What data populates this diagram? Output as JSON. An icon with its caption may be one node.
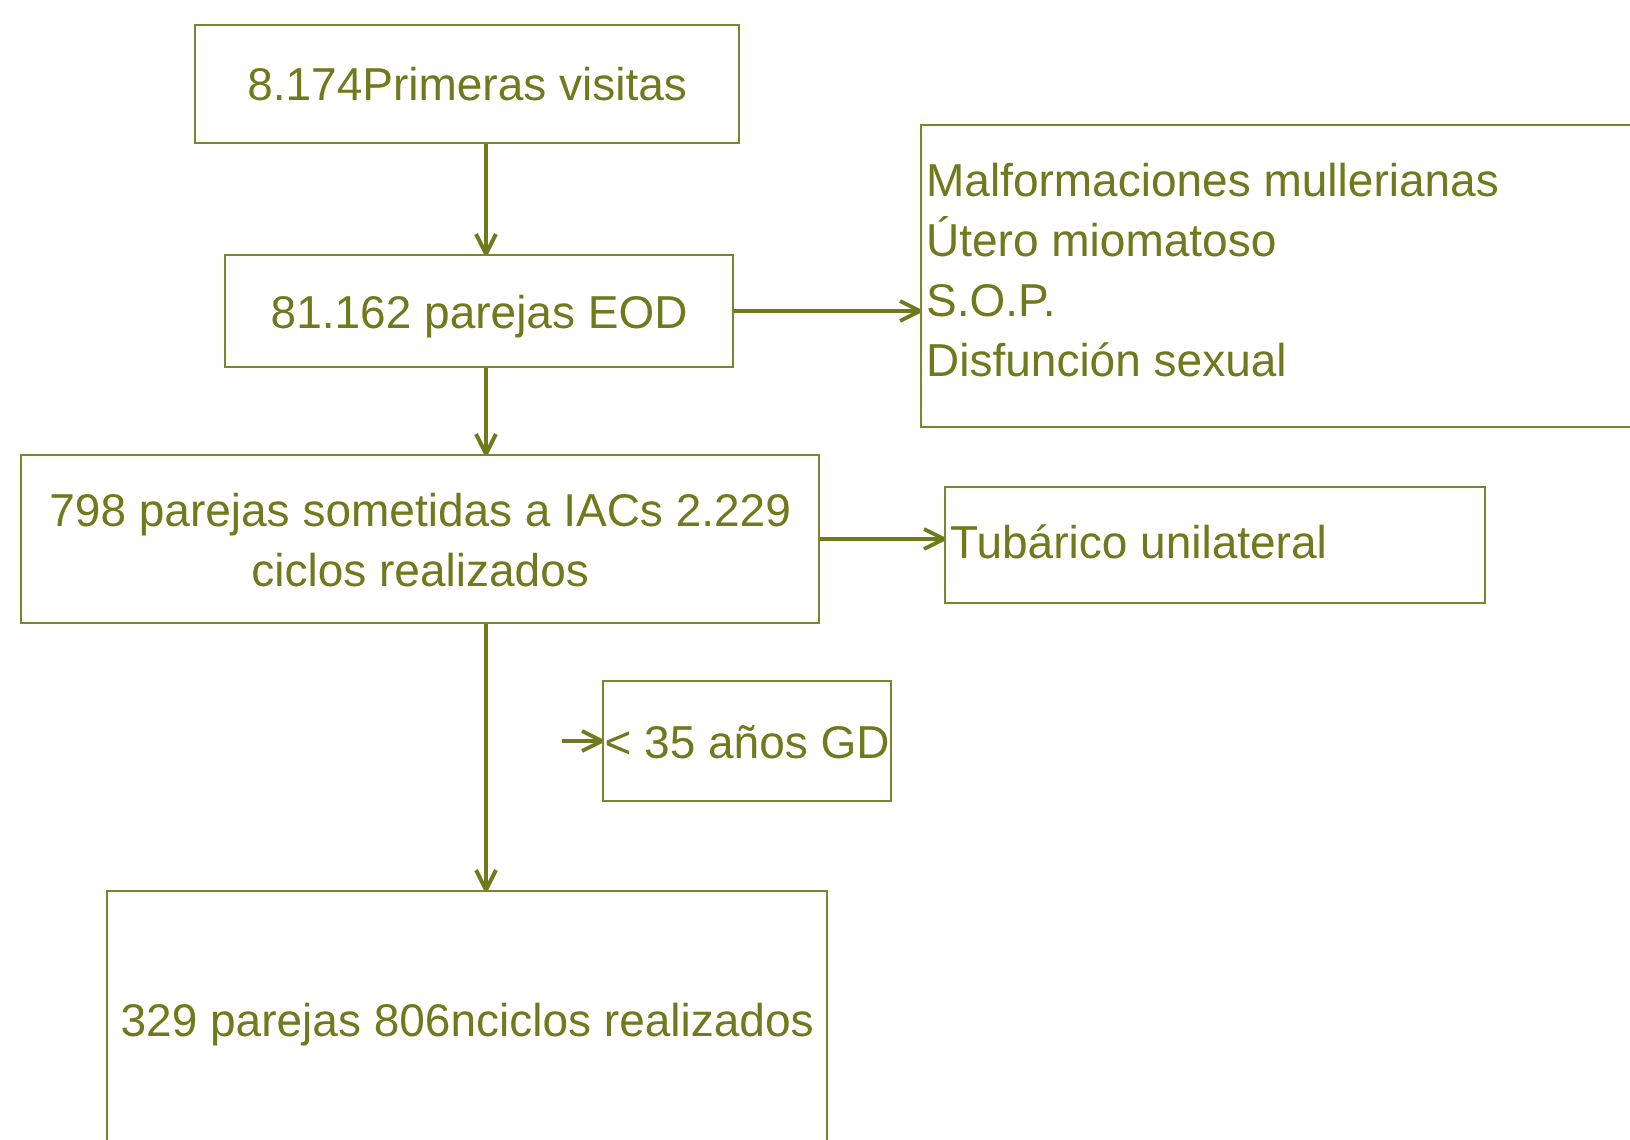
{
  "diagram": {
    "nodes": [
      {
        "text": [
          "8.174Primeras visitas"
        ]
      },
      {
        "text": [
          "81.162 parejas EOD"
        ]
      },
      {
        "text": [
          "798 parejas sometidas a IACs 2.229 ciclos realizados"
        ]
      },
      {
        "text": [
          "Malformaciones mullerianas",
          "Útero miomatoso",
          "S.O.P.",
          "Disfunción sexual"
        ]
      },
      {
        "text": [
          "Tubárico unilateral"
        ]
      },
      {
        "text": [
          "< 35 años GD"
        ]
      },
      {
        "text": [
          "329 parejas 806nciclos realizados"
        ]
      }
    ],
    "edges": [
      {
        "from": 0,
        "to": 1,
        "arrow": "to"
      },
      {
        "from": 1,
        "to": 3,
        "arrow": "to"
      },
      {
        "from": 1,
        "to": 2,
        "arrow": "to"
      },
      {
        "from": 2,
        "to": 4,
        "arrow": "to"
      },
      {
        "from": 2,
        "to": 6,
        "arrow": "to"
      },
      {
        "from": null,
        "to": 5,
        "arrow": "to"
      }
    ]
  }
}
